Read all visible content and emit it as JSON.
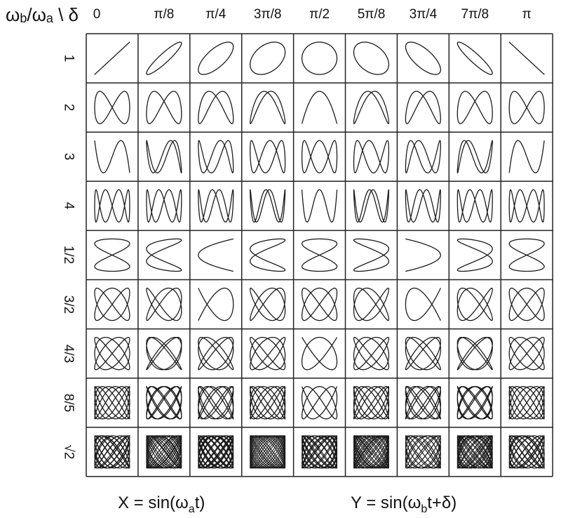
{
  "corner_label": {
    "num": "ω",
    "num_sub": "b",
    "slash": "/",
    "den": "ω",
    "den_sub": "a",
    "sep": " \\ δ"
  },
  "columns": [
    "0",
    "π/8",
    "π/4",
    "3π/8",
    "π/2",
    "5π/8",
    "3π/4",
    "7π/8",
    "π"
  ],
  "rows": [
    "1",
    "2",
    "3",
    "4",
    "1/2",
    "3/2",
    "4/3",
    "8/5",
    "√2"
  ],
  "equations": {
    "x": {
      "pre": "X = sin(ω",
      "sub": "a",
      "post": "t)"
    },
    "y": {
      "pre": "Y = sin(ω",
      "sub": "b",
      "post": "t+δ)"
    }
  },
  "chart_data": {
    "type": "lissajous-grid",
    "x_function": "sin(ωa t)",
    "y_function": "sin(ωb t + δ)",
    "delta_values": [
      0,
      0.125,
      0.25,
      0.375,
      0.5,
      0.625,
      0.75,
      0.875,
      1
    ],
    "delta_unit": "π",
    "ratio_values": [
      1,
      2,
      3,
      4,
      0.5,
      1.5,
      1.3333333,
      1.6,
      1.4142136
    ],
    "line_color": "#1a1a1a",
    "grid_color": "#222222"
  }
}
